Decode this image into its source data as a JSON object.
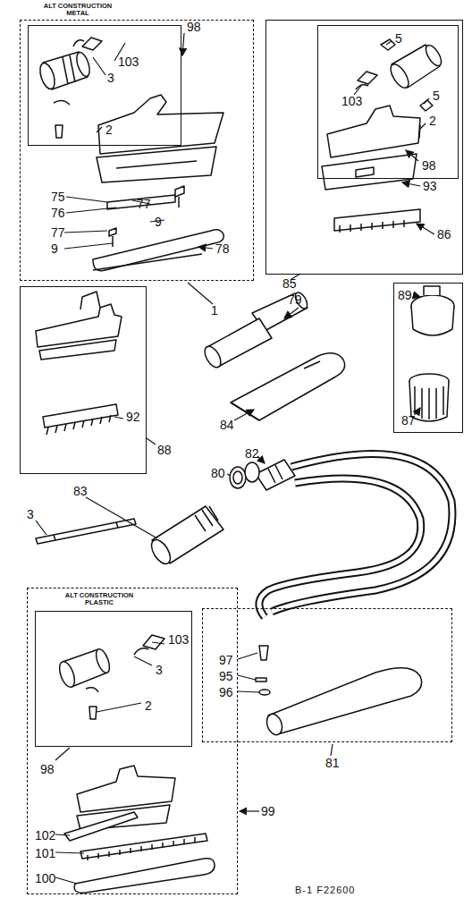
{
  "diagram": {
    "nodes": [
      {
        "text": [
          "ALT CONSTRUCTION METAL",
          "98",
          "75",
          "76",
          "77",
          "9",
          "77",
          "9",
          "78"
        ]
      },
      {
        "text": [
          "103",
          "3",
          "2"
        ],
        "in": 0
      },
      {
        "text": [
          "93",
          "86"
        ]
      },
      {
        "text": [
          "5",
          "103",
          "5",
          "2",
          "98"
        ],
        "in": 2
      },
      {
        "text": [
          "92"
        ]
      },
      {
        "text": [
          "89",
          "87"
        ]
      },
      {
        "text": [
          "ALT CONSTRUCTION PLASTIC",
          "98",
          "102",
          "101",
          "100"
        ]
      },
      {
        "text": [
          "103",
          "3",
          "2"
        ],
        "in": 6
      },
      {
        "text": [
          "97",
          "95",
          "96"
        ]
      }
    ],
    "labels": [
      "1",
      "85",
      "79",
      "88",
      "84",
      "82",
      "80",
      "83",
      "3",
      "99",
      "81",
      "B-1 F22600"
    ]
  }
}
